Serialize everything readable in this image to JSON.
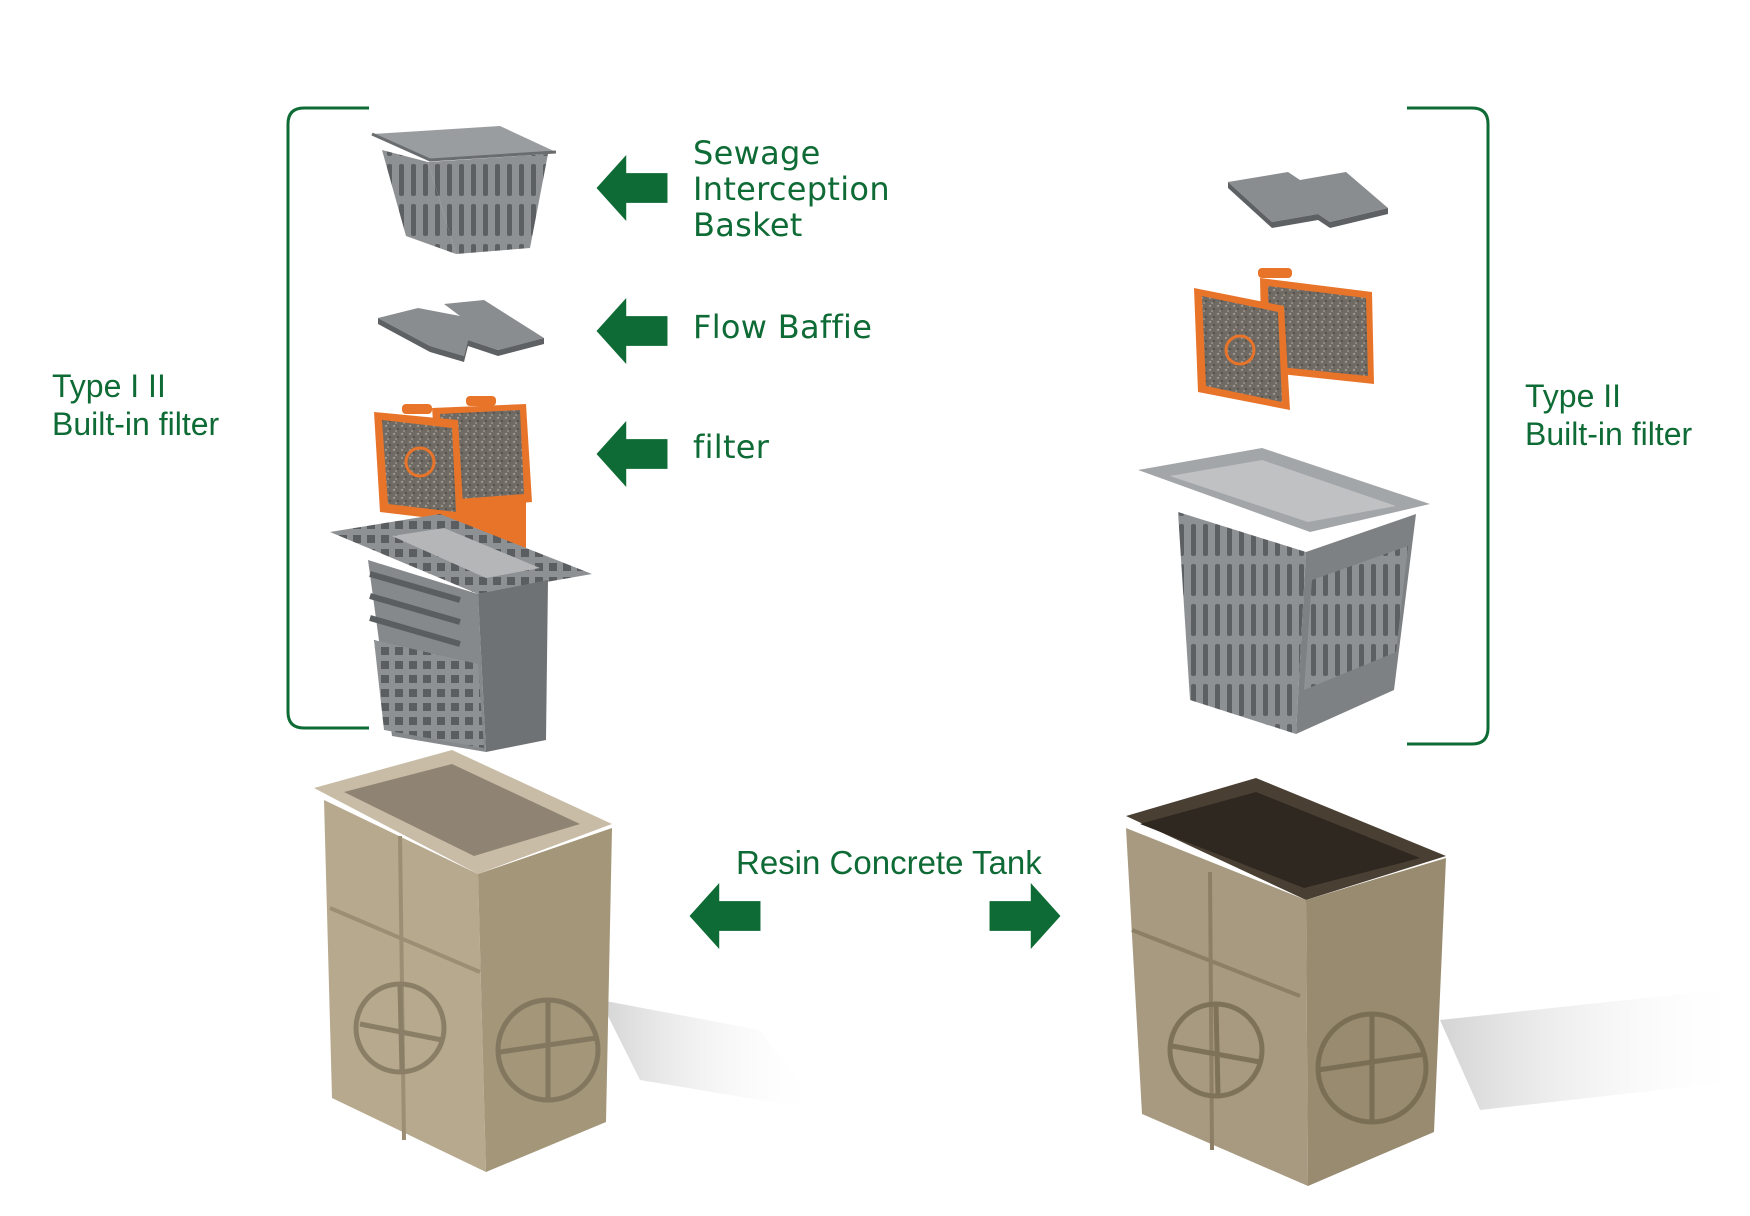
{
  "labels": {
    "sewage_line1": "Sewage",
    "sewage_line2": "Interception",
    "sewage_line3": "Basket",
    "flow_baffle": "Flow Baffie",
    "filter": "filter",
    "type_left_line1": "Type I II",
    "type_left_line2": "Built-in filter",
    "type_right_line1": "Type II",
    "type_right_line2": "Built-in filter",
    "tank": "Resin Concrete Tank"
  },
  "icons": {
    "callout_arrow": "arrow-left-icon",
    "tank_arrow_left": "arrow-left-icon",
    "tank_arrow_right": "arrow-right-icon"
  },
  "colors": {
    "accent_green": "#0e6b35",
    "plastic_gray": "#8c8f91",
    "filter_orange": "#e8742a",
    "concrete_tan": "#b6a68c"
  }
}
